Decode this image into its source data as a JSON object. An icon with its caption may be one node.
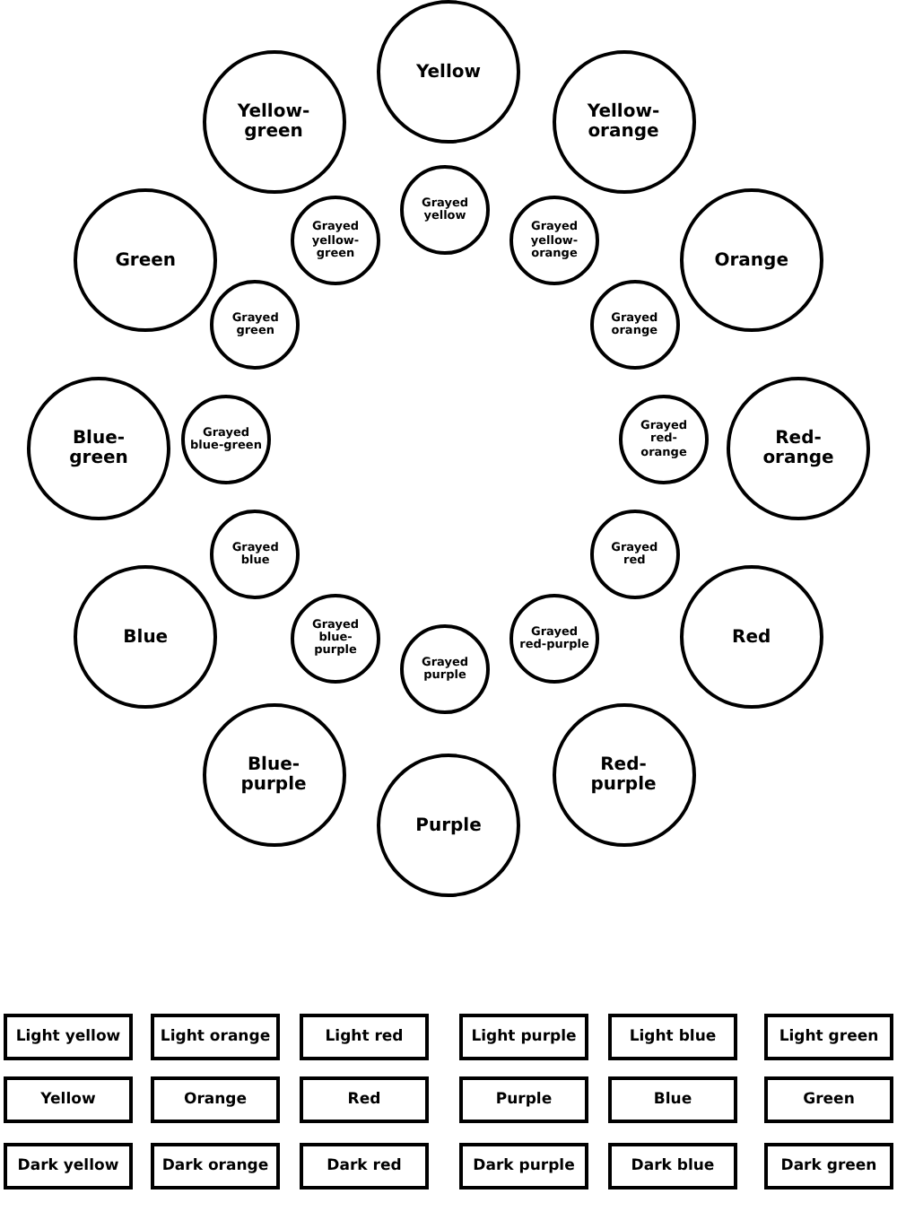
{
  "diagram": {
    "nodes": [
      {
        "text": [
          "Yellow"
        ]
      },
      {
        "text": [
          "Yellow-orange"
        ]
      },
      {
        "text": [
          "Orange"
        ]
      },
      {
        "text": [
          "Red-orange"
        ]
      },
      {
        "text": [
          "Red"
        ]
      },
      {
        "text": [
          "Red-purple"
        ]
      },
      {
        "text": [
          "Purple"
        ]
      },
      {
        "text": [
          "Blue-purple"
        ]
      },
      {
        "text": [
          "Blue"
        ]
      },
      {
        "text": [
          "Blue-green"
        ]
      },
      {
        "text": [
          "Green"
        ]
      },
      {
        "text": [
          "Yellow-green"
        ]
      },
      {
        "text": [
          "Grayed yellow"
        ]
      },
      {
        "text": [
          "Grayed yellow-orange"
        ]
      },
      {
        "text": [
          "Grayed orange"
        ]
      },
      {
        "text": [
          "Grayed red-orange"
        ]
      },
      {
        "text": [
          "Grayed red"
        ]
      },
      {
        "text": [
          "Grayed red-purple"
        ]
      },
      {
        "text": [
          "Grayed purple"
        ]
      },
      {
        "text": [
          "Grayed blue-purple"
        ]
      },
      {
        "text": [
          "Grayed blue"
        ]
      },
      {
        "text": [
          "Grayed blue-green"
        ]
      },
      {
        "text": [
          "Grayed green"
        ]
      },
      {
        "text": [
          "Grayed yellow-green"
        ]
      },
      {
        "text": [
          "Light yellow"
        ]
      },
      {
        "text": [
          "Light orange"
        ]
      },
      {
        "text": [
          "Light red"
        ]
      },
      {
        "text": [
          "Light purple"
        ]
      },
      {
        "text": [
          "Light blue"
        ]
      },
      {
        "text": [
          "Light green"
        ]
      },
      {
        "text": [
          "Yellow"
        ]
      },
      {
        "text": [
          "Orange"
        ]
      },
      {
        "text": [
          "Red"
        ]
      },
      {
        "text": [
          "Purple"
        ]
      },
      {
        "text": [
          "Blue"
        ]
      },
      {
        "text": [
          "Green"
        ]
      },
      {
        "text": [
          "Dark yellow"
        ]
      },
      {
        "text": [
          "Dark orange"
        ]
      },
      {
        "text": [
          "Dark red"
        ]
      },
      {
        "text": [
          "Dark purple"
        ]
      },
      {
        "text": [
          "Dark blue"
        ]
      },
      {
        "text": [
          "Dark green"
        ]
      }
    ]
  }
}
